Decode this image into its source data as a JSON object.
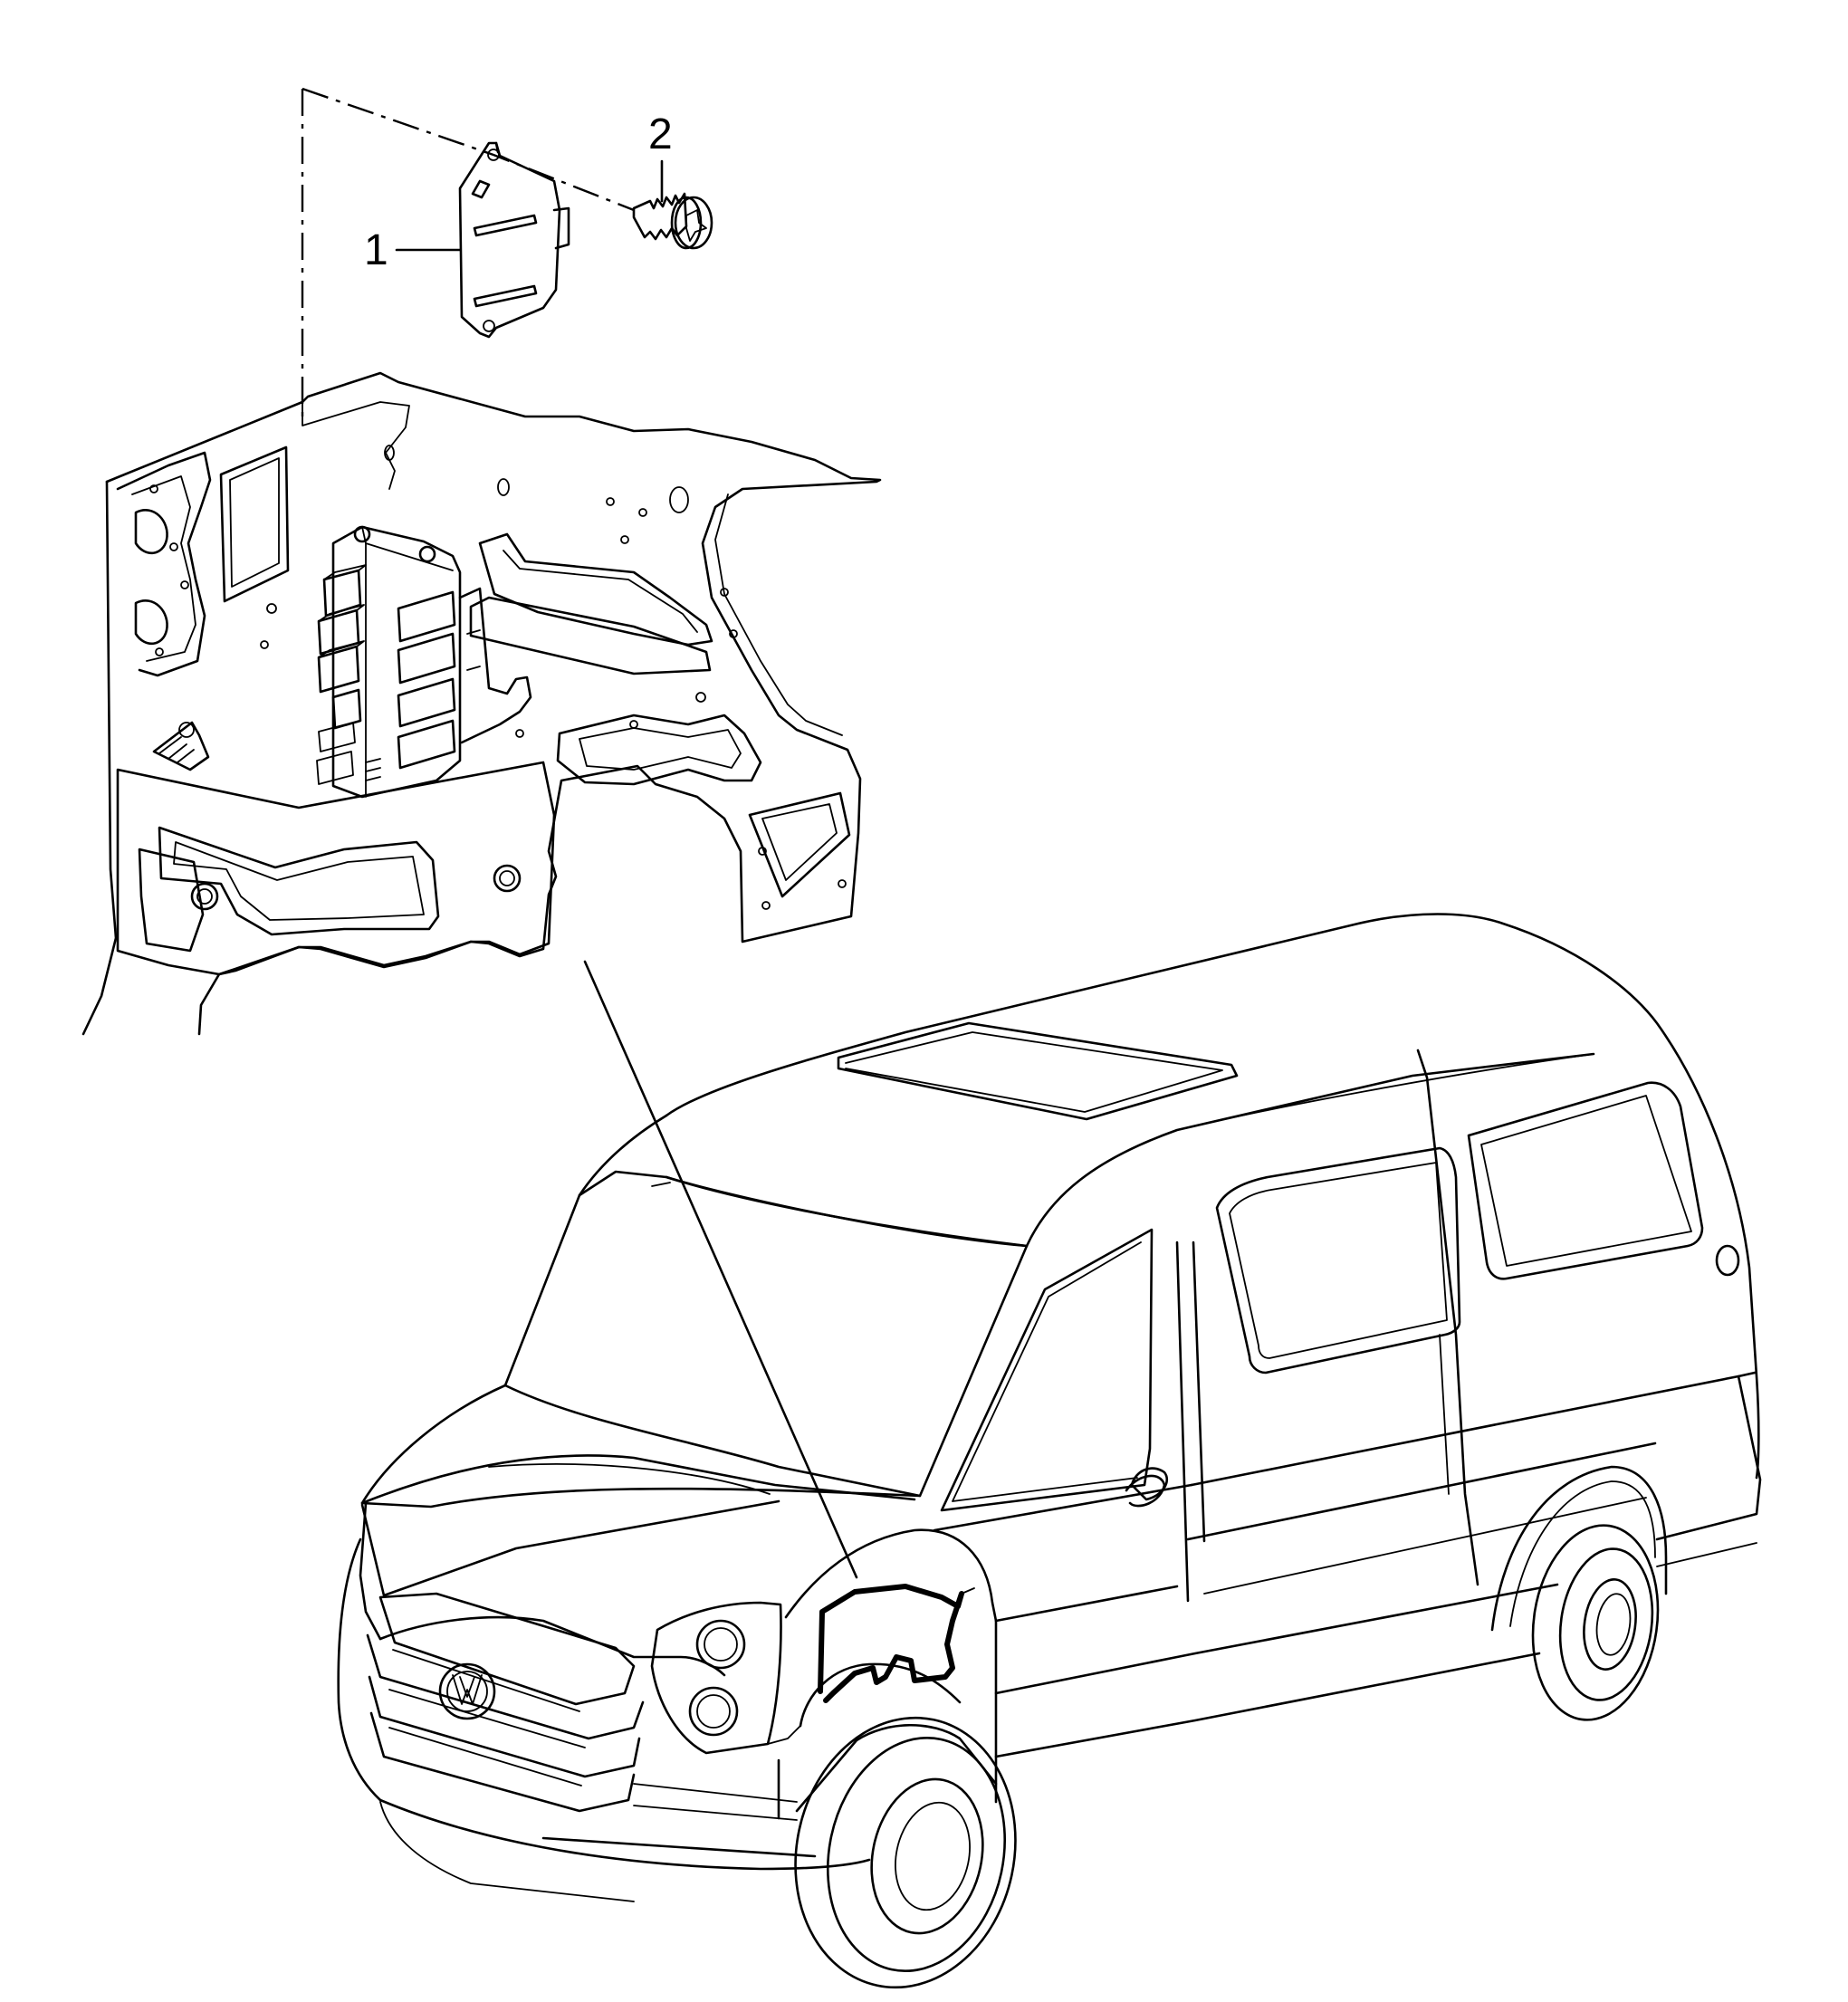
{
  "callouts": [
    {
      "number": "1",
      "part": "bracket"
    },
    {
      "number": "2",
      "part": "screw"
    }
  ]
}
